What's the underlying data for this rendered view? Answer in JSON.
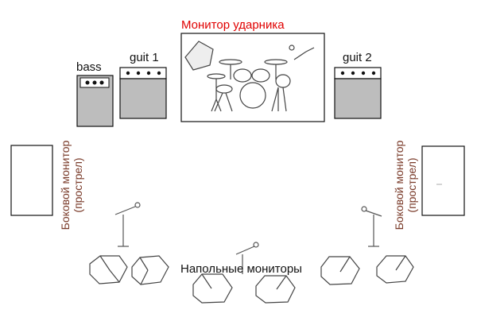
{
  "drum_monitor_label": "Монитор ударника",
  "bass_label": "bass",
  "guit1_label": "guit 1",
  "guit2_label": "guit 2",
  "side_monitor_left": {
    "line1": "Боковой монитор",
    "line2": "(прострел)"
  },
  "side_monitor_right": {
    "line1": "Боковой монитор",
    "line2": "(прострел)"
  },
  "floor_monitors_label": "Напольные мониторы",
  "colors": {
    "accent_red": "#e00000",
    "side_label_brown": "#7a3b2a",
    "amp_grey": "#bdbdbd"
  }
}
